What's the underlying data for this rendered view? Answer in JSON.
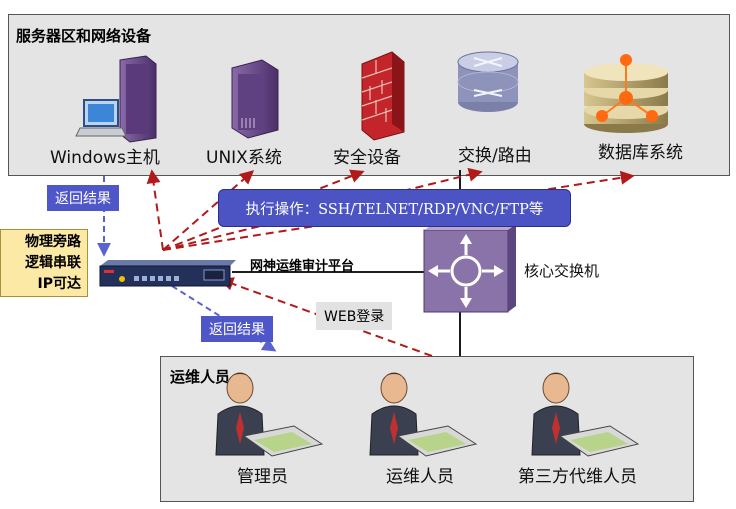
{
  "server_zone": {
    "title": "服务器区和网络设备",
    "devices": [
      {
        "label": "Windows主机",
        "icon": "windows-host-icon"
      },
      {
        "label": "UNIX系统",
        "icon": "unix-server-icon"
      },
      {
        "label": "安全设备",
        "icon": "firewall-icon"
      },
      {
        "label": "交换/路由",
        "icon": "router-icon"
      },
      {
        "label": "数据库系统",
        "icon": "database-icon"
      }
    ]
  },
  "return_result_top": "返回结果",
  "return_result_bottom": "返回结果",
  "operations_box": "执行操作：SSH/TELNET/RDP/VNC/FTP等",
  "bypass_note": [
    "物理旁路",
    "逻辑串联",
    "IP可达"
  ],
  "audit_platform": "网神运维审计平台",
  "core_switch": "核心交换机",
  "web_login": "WEB登录",
  "ops_zone": {
    "title": "运维人员",
    "people": [
      {
        "label": "管理员"
      },
      {
        "label": "运维人员"
      },
      {
        "label": "第三方代维人员"
      }
    ]
  },
  "colors": {
    "dashed_red": "#b11a1a",
    "dashed_blue": "#5a62d0",
    "ops_box_blue": "#4c54c4",
    "zone_gray": "#e4e4e4",
    "note_yellow": "#fde9a6"
  }
}
